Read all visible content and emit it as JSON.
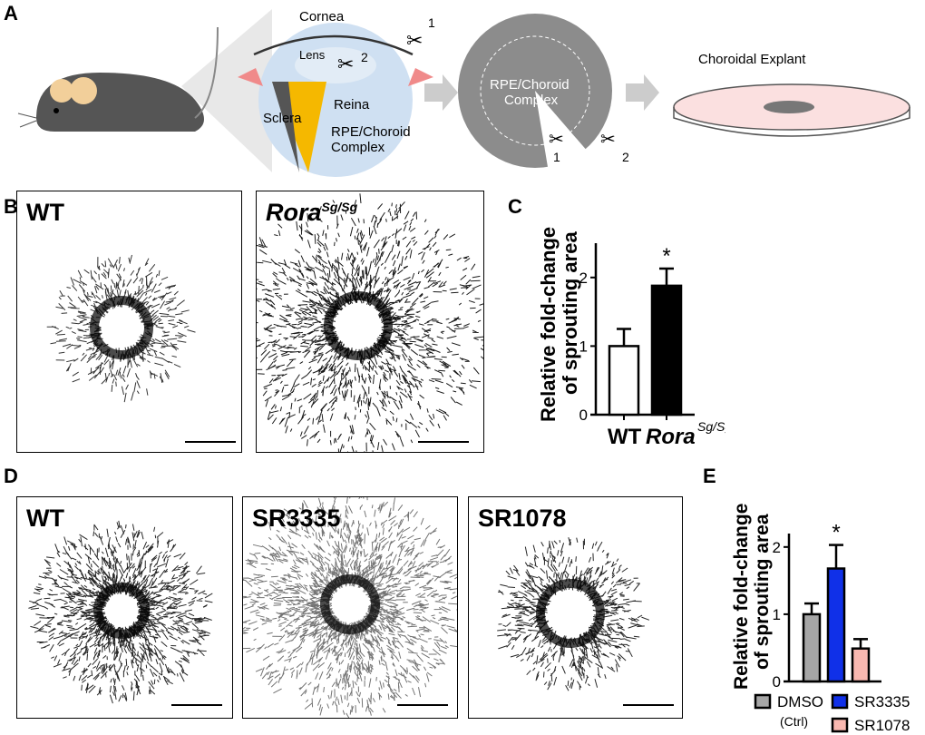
{
  "panels": {
    "a": "A",
    "b": "B",
    "c": "C",
    "d": "D",
    "e": "E"
  },
  "diagram_a": {
    "cornea": "Cornea",
    "lens": "Lens",
    "reina": "Reina",
    "sclera": "Sclera",
    "rpe_line1": "RPE/Choroid",
    "rpe_line2": "Complex",
    "cut1": "1",
    "cut2": "2",
    "ring_line1": "RPE/Choroid",
    "ring_line2": "Complex",
    "ring_cut1": "1",
    "ring_cut2": "2",
    "explant": "Choroidal Explant"
  },
  "panel_b": {
    "wt": "WT",
    "rora": "Rora",
    "rora_sup": "Sg/Sg"
  },
  "panel_d": {
    "wt": "WT",
    "sr3335": "SR3335",
    "sr1078": "SR1078"
  },
  "chart_data": [
    {
      "type": "bar",
      "panel": "C",
      "ylabel_line1": "Relative fold-change",
      "ylabel_line2": "of sprouting area",
      "categories": [
        "WT",
        "Rora"
      ],
      "category_sup": [
        "",
        "Sg/Sg"
      ],
      "values": [
        1.0,
        1.88
      ],
      "errors": [
        0.25,
        0.25
      ],
      "colors": [
        "#ffffff",
        "#000000"
      ],
      "significance": [
        "",
        "*"
      ],
      "ylim": [
        0,
        2.5
      ],
      "yticks": [
        0,
        1,
        2
      ]
    },
    {
      "type": "bar",
      "panel": "E",
      "ylabel_line1": "Relative fold-change",
      "ylabel_line2": "of sprouting area",
      "categories": [
        "DMSO",
        "SR3335",
        "SR1078"
      ],
      "values": [
        1.0,
        1.68,
        0.49
      ],
      "errors": [
        0.16,
        0.35,
        0.14
      ],
      "colors": [
        "#a6a6a6",
        "#1030e8",
        "#f9b8b0"
      ],
      "significance": [
        "",
        "*",
        ""
      ],
      "legend": [
        "DMSO",
        "SR3335",
        "SR1078"
      ],
      "legend_note": "(Ctrl)",
      "ylim": [
        0,
        2.2
      ],
      "yticks": [
        0,
        1,
        2
      ]
    }
  ]
}
